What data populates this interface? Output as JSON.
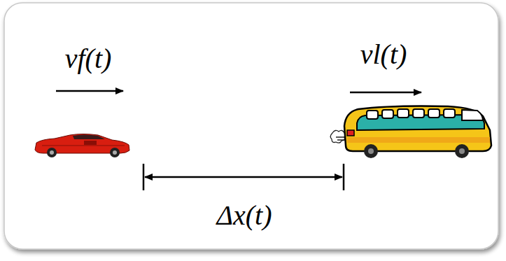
{
  "diagram": {
    "labels": [
      "vf(t)",
      "vl(t)",
      "Δx(t)"
    ]
  }
}
